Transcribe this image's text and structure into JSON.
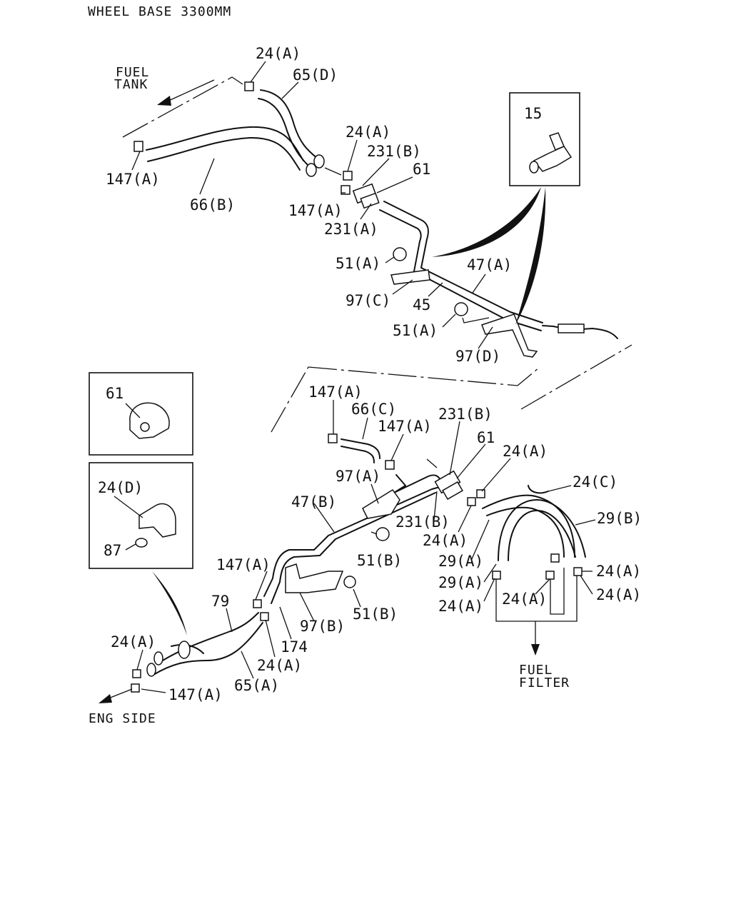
{
  "header": {
    "title": "WHEEL BASE 3300MM"
  },
  "directions": {
    "fuel_tank": [
      "FUEL",
      "TANK"
    ],
    "fuel_filter": [
      "FUEL",
      "FILTER"
    ],
    "eng_side": "ENG SIDE"
  },
  "labels": {
    "p24a_1": "24(A)",
    "p65d": "65(D)",
    "p147a_1": "147(A)",
    "p66b": "66(B)",
    "p24a_2": "24(A)",
    "p231b_1": "231(B)",
    "p61_1": "61",
    "p147a_2": "147(A)",
    "p231a": "231(A)",
    "p15": "15",
    "p51a_1": "51(A)",
    "p47a": "47(A)",
    "p97c": "97(C)",
    "p45": "45",
    "p51a_2": "51(A)",
    "p97d": "97(D)",
    "p61_box": "61",
    "p24d": "24(D)",
    "p87": "87",
    "p147a_3": "147(A)",
    "p66c": "66(C)",
    "p147a_4": "147(A)",
    "p231b_2": "231(B)",
    "p61_2": "61",
    "p24a_3": "24(A)",
    "p97a": "97(A)",
    "p47b": "47(B)",
    "p231b_3": "231(B)",
    "p24c": "24(C)",
    "p29b": "29(B)",
    "p24a_4": "24(A)",
    "p51b_1": "51(B)",
    "p29a_1": "29(A)",
    "p147a_5": "147(A)",
    "p24a_5": "24(A)",
    "p29a_2": "29(A)",
    "p24a_6": "24(A)",
    "p79": "79",
    "p97b": "97(B)",
    "p51b_2": "51(B)",
    "p24a_7": "24(A)",
    "p24a_8": "24(A)",
    "p174": "174",
    "p24a_9": "24(A)",
    "p24a_10": "24(A)",
    "p65a": "65(A)",
    "p147a_6": "147(A)"
  }
}
